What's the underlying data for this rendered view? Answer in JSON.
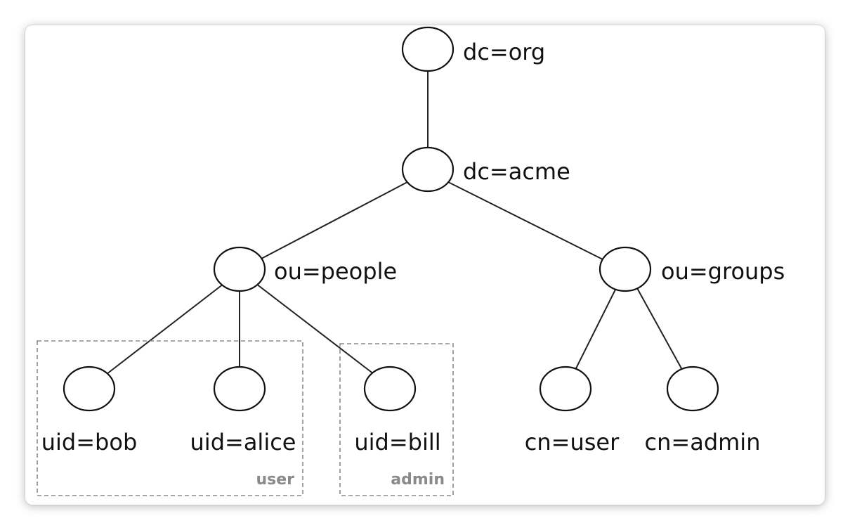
{
  "nodes": {
    "dc_org": "dc=org",
    "dc_acme": "dc=acme",
    "ou_people": "ou=people",
    "ou_groups": "ou=groups",
    "uid_bob": "uid=bob",
    "uid_alice": "uid=alice",
    "uid_bill": "uid=bill",
    "cn_user": "cn=user",
    "cn_admin": "cn=admin"
  },
  "groups": {
    "user": "user",
    "admin": "admin"
  },
  "edges": [
    [
      "dc=org",
      "dc=acme"
    ],
    [
      "dc=acme",
      "ou=people"
    ],
    [
      "dc=acme",
      "ou=groups"
    ],
    [
      "ou=people",
      "uid=bob"
    ],
    [
      "ou=people",
      "uid=alice"
    ],
    [
      "ou=people",
      "uid=bill"
    ],
    [
      "ou=groups",
      "cn=user"
    ],
    [
      "ou=groups",
      "cn=admin"
    ]
  ]
}
